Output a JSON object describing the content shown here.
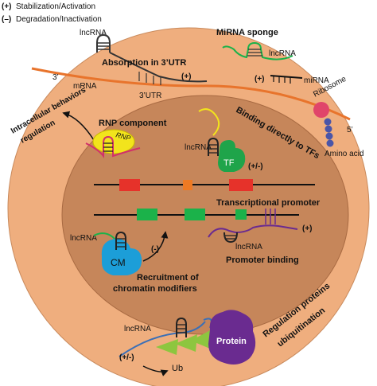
{
  "legend": [
    {
      "sign": "(+)",
      "text": "Stabilization/Activation"
    },
    {
      "sign": "(–)",
      "text": "Degradation/Inactivation"
    }
  ],
  "cytoplasm": {
    "absorption": {
      "lncrna": "lncRNA",
      "title": "Absorption in 3’UTR",
      "sign": "(+)",
      "five": "3’",
      "mrna": "mRNA",
      "utr": "3’UTR"
    },
    "sponge": {
      "title": "MiRNA sponge",
      "lncrna": "lncRNA",
      "sign": "(+)",
      "mirna": "miRNA"
    },
    "ribosome": {
      "label": "Ribosome",
      "five": "5’",
      "amino": "Amino acid"
    },
    "side_label": [
      "Intracellular behaviors",
      "regulation"
    ]
  },
  "nucleus": {
    "rnp": {
      "title": "RNP component",
      "badge": "RNP"
    },
    "tf": {
      "title": "Binding directly to TFs",
      "lncrna": "lncRNA",
      "badge": "TF",
      "sign": "(+/-)"
    },
    "promoter": {
      "title": "Transcriptional promoter",
      "sign": "(+)",
      "lncrna": "lncRNA",
      "sub": "Promoter binding"
    },
    "cm": {
      "lncrna": "lncRNA",
      "badge": "CM",
      "sign": "(-)",
      "title": [
        "Recruitment of",
        "chromatin modifiers"
      ]
    }
  },
  "ubiquitination": {
    "lncrna": "lncRNA",
    "sign": "(+/-)",
    "ub": "Ub",
    "protein": "Protein",
    "title": [
      "Regulation proteins",
      "ubiquitination"
    ]
  },
  "colors": {
    "cell": "#efae7e",
    "nucleus": "#c6865a",
    "mrna": "#e8742c",
    "red_box": "#e6322a",
    "orange_box": "#ee7a24",
    "green_box": "#1bb24a",
    "tf": "#1fa44a",
    "cm": "#1c9ed8",
    "protein": "#6a2b90",
    "ub": "#8dc63f",
    "rnp": "#f2e41c",
    "ribosome": "#e0456a",
    "amino": "#4a55a8"
  }
}
